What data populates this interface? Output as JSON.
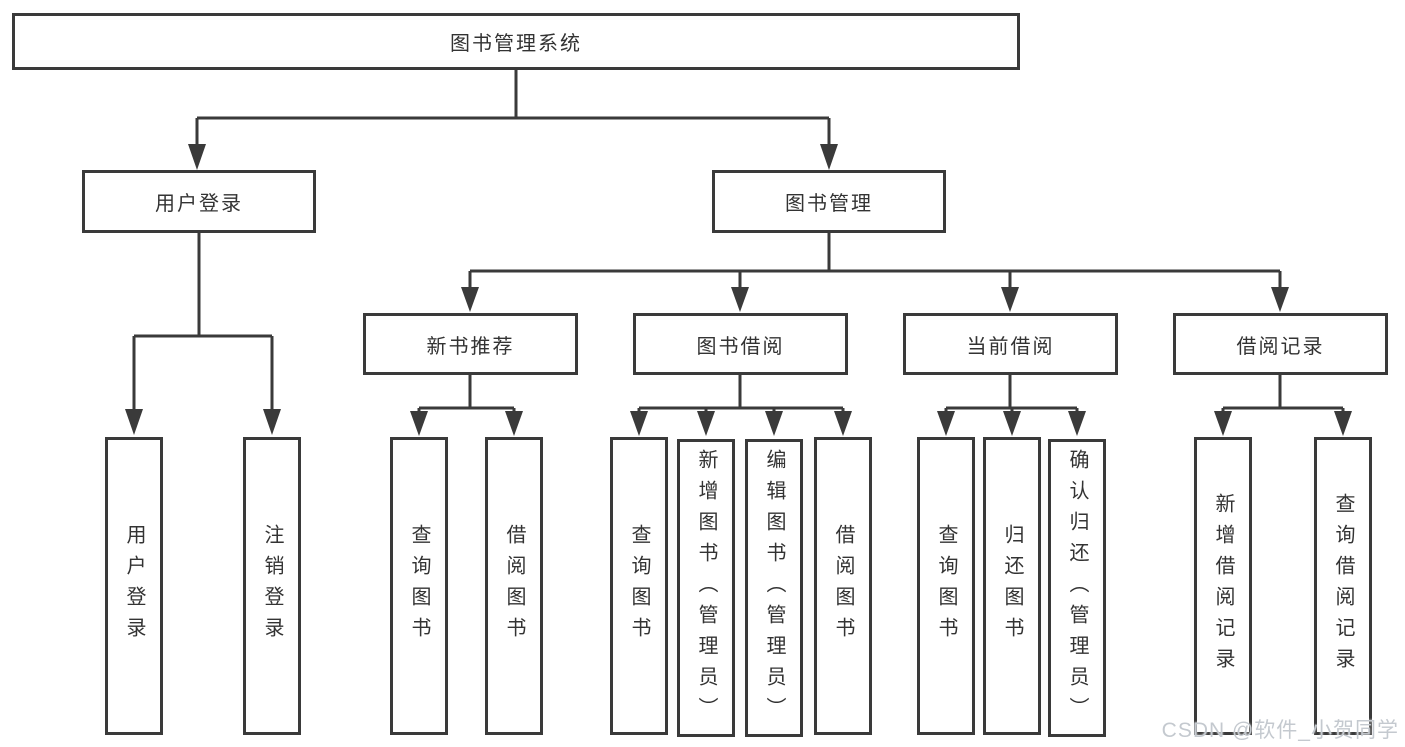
{
  "tree": {
    "label": "图书管理系统",
    "children": [
      {
        "label": "用户登录",
        "children": [
          {
            "label": "用户登录"
          },
          {
            "label": "注销登录"
          }
        ]
      },
      {
        "label": "图书管理",
        "children": [
          {
            "label": "新书推荐",
            "children": [
              {
                "label": "查询图书"
              },
              {
                "label": "借阅图书"
              }
            ]
          },
          {
            "label": "图书借阅",
            "children": [
              {
                "label": "查询图书"
              },
              {
                "label": "新增图书（管理员）"
              },
              {
                "label": "编辑图书（管理员）"
              },
              {
                "label": "借阅图书"
              }
            ]
          },
          {
            "label": "当前借阅",
            "children": [
              {
                "label": "查询图书"
              },
              {
                "label": "归还图书"
              },
              {
                "label": "确认归还（管理员）"
              }
            ]
          },
          {
            "label": "借阅记录",
            "children": [
              {
                "label": "新增借阅记录"
              },
              {
                "label": "查询借阅记录"
              }
            ]
          }
        ]
      }
    ]
  },
  "watermark": {
    "text": "CSDN @软件_小贺同学"
  },
  "colors": {
    "line": "#3a3a3a",
    "text": "#333333",
    "watermark": "#c4c9cf",
    "background": "#ffffff"
  }
}
